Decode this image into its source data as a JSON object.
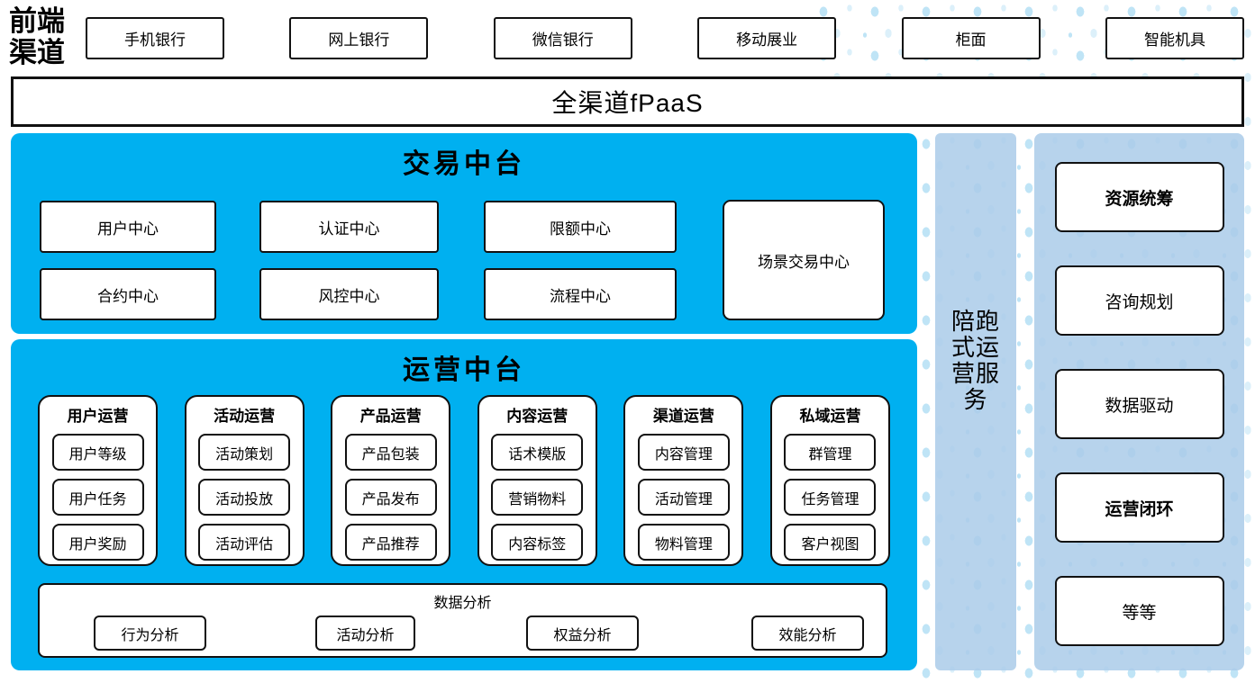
{
  "front_channels": {
    "label": "前端渠道",
    "items": [
      "手机银行",
      "网上银行",
      "微信银行",
      "移动展业",
      "柜面",
      "智能机具"
    ]
  },
  "fpaas": {
    "label": "全渠道fPaaS"
  },
  "trading": {
    "title": "交易中台",
    "boxes_row1": [
      "用户中心",
      "认证中心",
      "限额中心"
    ],
    "boxes_row2": [
      "合约中心",
      "风控中心",
      "流程中心"
    ],
    "tall_box": "场景交易中心"
  },
  "operations": {
    "title": "运营中台",
    "groups": [
      {
        "title": "用户运营",
        "items": [
          "用户等级",
          "用户任务",
          "用户奖励"
        ]
      },
      {
        "title": "活动运营",
        "items": [
          "活动策划",
          "活动投放",
          "活动评估"
        ]
      },
      {
        "title": "产品运营",
        "items": [
          "产品包装",
          "产品发布",
          "产品推荐"
        ]
      },
      {
        "title": "内容运营",
        "items": [
          "话术模版",
          "营销物料",
          "内容标签"
        ]
      },
      {
        "title": "渠道运营",
        "items": [
          "内容管理",
          "活动管理",
          "物料管理"
        ]
      },
      {
        "title": "私域运营",
        "items": [
          "群管理",
          "任务管理",
          "客户视图"
        ]
      }
    ],
    "analysis": {
      "title": "数据分析",
      "items": [
        "行为分析",
        "活动分析",
        "权益分析",
        "效能分析"
      ]
    }
  },
  "side_service": {
    "label": "陪跑式运营服务"
  },
  "right_panel": {
    "items": [
      {
        "label": "资源统筹",
        "bold": true
      },
      {
        "label": "咨询规划",
        "bold": false
      },
      {
        "label": "数据驱动",
        "bold": false
      },
      {
        "label": "运营闭环",
        "bold": true
      },
      {
        "label": "等等",
        "bold": false
      }
    ]
  },
  "colors": {
    "accent_blue": "#00b0f0",
    "light_blue": "#bdd7ee",
    "dot_blue": "#cfe9f7"
  }
}
